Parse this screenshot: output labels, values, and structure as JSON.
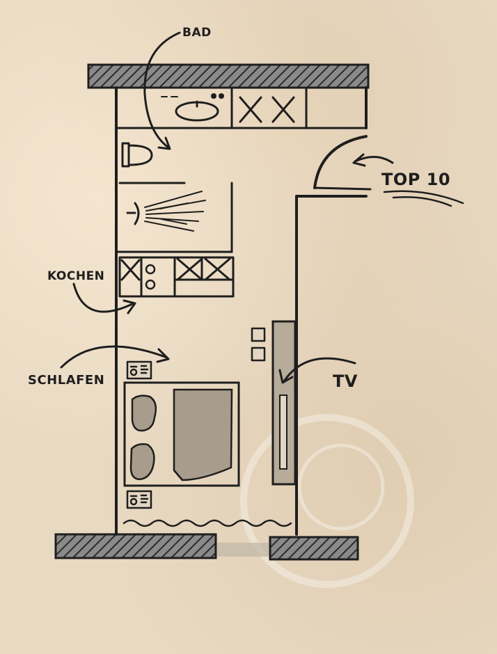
{
  "labels": {
    "bad": "BAD",
    "top": "TOP 10",
    "kochen": "KOCHEN",
    "schlafen": "SCHLAFEN",
    "tv": "TV"
  },
  "colors": {
    "paper": "#e8d9c2",
    "ink": "#1e1e1e",
    "hatch": "#555555",
    "furniture_fill": "#a89c8c"
  },
  "icons": [
    "sink-icon",
    "toilet-icon",
    "shower-icon",
    "stove-icon",
    "bed-icon",
    "lamp-icon",
    "tv-icon",
    "door-icon"
  ]
}
